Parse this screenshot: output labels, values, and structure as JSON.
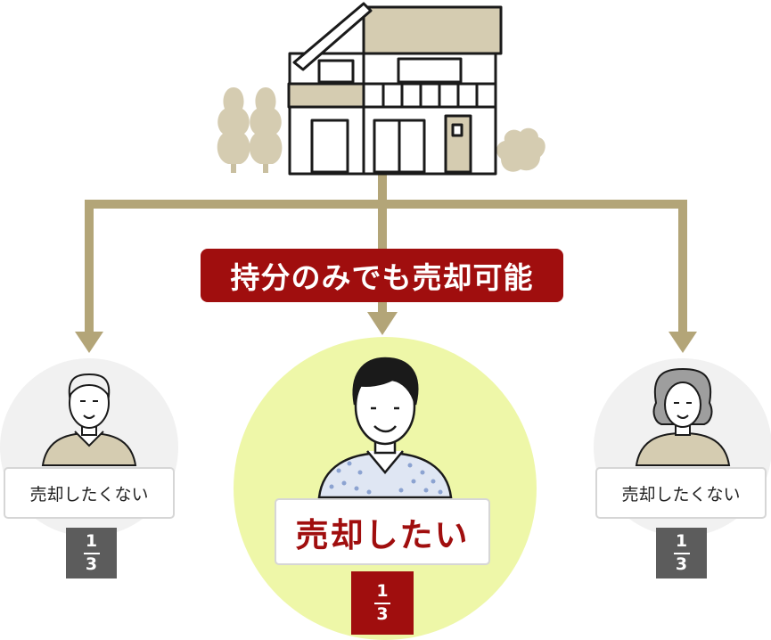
{
  "banner": {
    "text": "持分のみでも売却可能"
  },
  "owners": {
    "left": {
      "statement": "売却したくない",
      "share_numerator": "1",
      "share_denominator": "3"
    },
    "center": {
      "statement": "売却したい",
      "share_numerator": "1",
      "share_denominator": "3"
    },
    "right": {
      "statement": "売却したくない",
      "share_numerator": "1",
      "share_denominator": "3"
    }
  },
  "colors": {
    "connector": "#b3a578",
    "accent_red": "#a00e0e",
    "house_tan": "#d5ccb1",
    "highlight_circle": "#eef7a8",
    "neutral_circle": "#f1f1f1",
    "share_gray": "#5c5c5c"
  },
  "icons": [
    "house-icon",
    "tree-icon",
    "bush-icon",
    "elderly-man-icon",
    "young-man-icon",
    "elderly-woman-icon",
    "arrow-down-icon"
  ]
}
